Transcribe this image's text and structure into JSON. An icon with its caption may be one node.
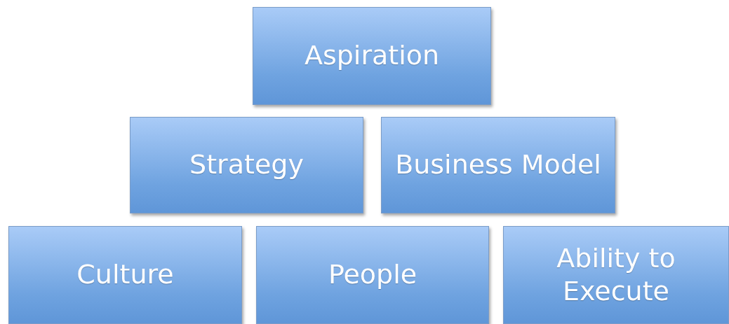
{
  "diagram": {
    "nodes": [
      {
        "text": [
          "Aspiration"
        ]
      },
      {
        "text": [
          "Strategy"
        ]
      },
      {
        "text": [
          "Business Model"
        ]
      },
      {
        "text": [
          "Culture"
        ]
      },
      {
        "text": [
          "People"
        ]
      },
      {
        "text": [
          "Ability to Execute"
        ]
      }
    ]
  }
}
